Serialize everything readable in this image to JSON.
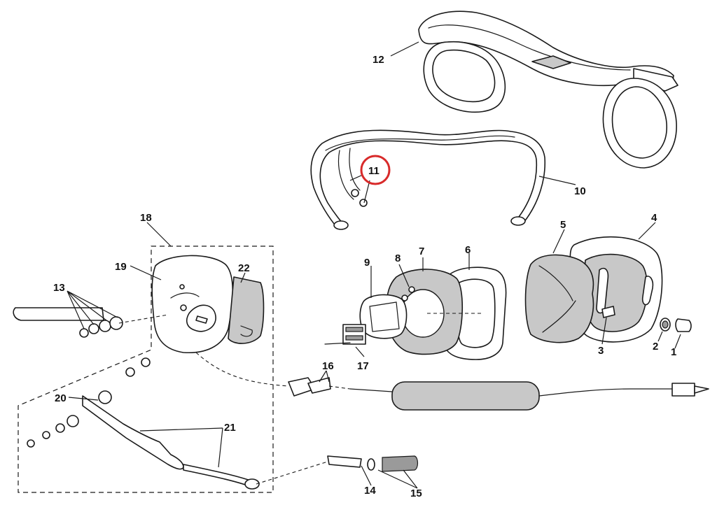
{
  "diagram": {
    "callouts": [
      {
        "id": "1",
        "text": "1"
      },
      {
        "id": "2",
        "text": "2"
      },
      {
        "id": "3",
        "text": "3"
      },
      {
        "id": "4",
        "text": "4"
      },
      {
        "id": "5",
        "text": "5"
      },
      {
        "id": "6",
        "text": "6"
      },
      {
        "id": "7",
        "text": "7"
      },
      {
        "id": "8",
        "text": "8"
      },
      {
        "id": "9",
        "text": "9"
      },
      {
        "id": "10",
        "text": "10"
      },
      {
        "id": "11",
        "text": "11"
      },
      {
        "id": "12",
        "text": "12"
      },
      {
        "id": "13",
        "text": "13"
      },
      {
        "id": "14",
        "text": "14"
      },
      {
        "id": "15",
        "text": "15"
      },
      {
        "id": "16",
        "text": "16"
      },
      {
        "id": "17",
        "text": "17"
      },
      {
        "id": "18",
        "text": "18"
      },
      {
        "id": "19",
        "text": "19"
      },
      {
        "id": "20",
        "text": "20"
      },
      {
        "id": "21",
        "text": "21"
      },
      {
        "id": "22",
        "text": "22"
      }
    ],
    "highlighted_callout": "11",
    "highlight_color": "#d82a2a",
    "fill_gray": "#c8c8c8",
    "line_color": "#1a1a1a"
  }
}
